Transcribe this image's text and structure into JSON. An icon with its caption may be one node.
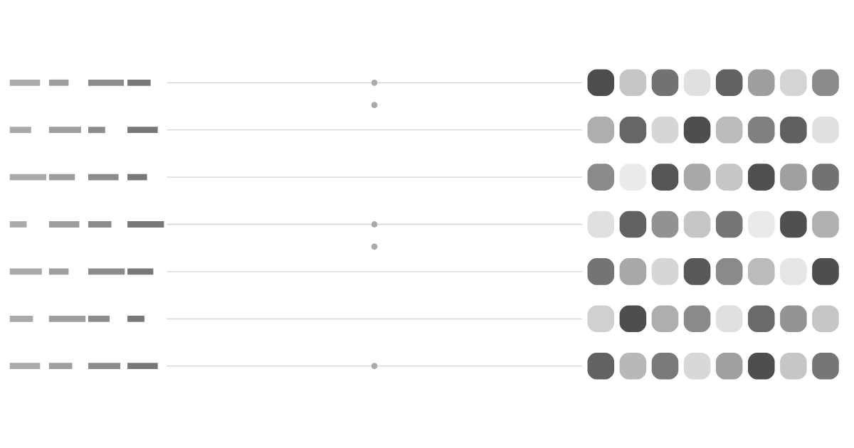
{
  "diagram": {
    "nodes": [
      {
        "text": [],
        "shape": "bar"
      },
      {
        "text": [],
        "shape": "bar"
      },
      {
        "text": [],
        "shape": "bar"
      },
      {
        "text": [],
        "shape": "bar"
      },
      {
        "text": [],
        "shape": "bar"
      },
      {
        "text": [],
        "shape": "bar"
      },
      {
        "text": [],
        "shape": "bar"
      },
      {
        "text": [],
        "shape": "circle"
      },
      {
        "text": [],
        "shape": "circle"
      },
      {
        "text": [],
        "shape": "circle"
      },
      {
        "text": [],
        "shape": "circle"
      },
      {
        "text": [],
        "shape": "circle"
      },
      {
        "text": [],
        "shape": "box"
      },
      {
        "text": [],
        "shape": "box"
      },
      {
        "text": [],
        "shape": "box"
      },
      {
        "text": [],
        "shape": "box"
      },
      {
        "text": [],
        "shape": "box"
      },
      {
        "text": [],
        "shape": "box"
      },
      {
        "text": [],
        "shape": "box"
      }
    ],
    "edges": [
      {
        "from": 0,
        "to": 7,
        "arrow": "none"
      },
      {
        "from": 7,
        "to": 12,
        "arrow": "none"
      },
      {
        "from": 1,
        "to": 13,
        "arrow": "none"
      },
      {
        "from": 2,
        "to": 14,
        "arrow": "none"
      },
      {
        "from": 3,
        "to": 9,
        "arrow": "none"
      },
      {
        "from": 9,
        "to": 15,
        "arrow": "none"
      },
      {
        "from": 4,
        "to": 16,
        "arrow": "none"
      },
      {
        "from": 5,
        "to": 17,
        "arrow": "none"
      },
      {
        "from": 6,
        "to": 11,
        "arrow": "none"
      },
      {
        "from": 11,
        "to": 18,
        "arrow": "none"
      }
    ]
  }
}
